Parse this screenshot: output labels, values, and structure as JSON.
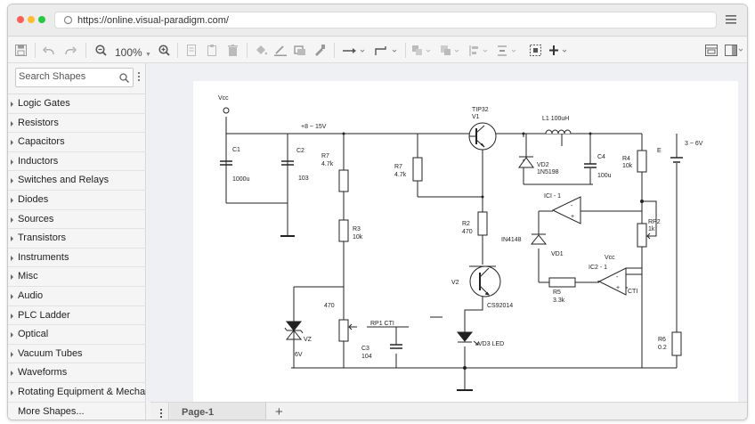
{
  "browser": {
    "url": "https://online.visual-paradigm.com/"
  },
  "toolbar": {
    "zoom_level": "100%"
  },
  "sidebar": {
    "search_placeholder": "Search Shapes",
    "categories": [
      {
        "label": "Logic Gates"
      },
      {
        "label": "Resistors"
      },
      {
        "label": "Capacitors"
      },
      {
        "label": "Inductors"
      },
      {
        "label": "Switches and Relays"
      },
      {
        "label": "Diodes"
      },
      {
        "label": "Sources"
      },
      {
        "label": "Transistors"
      },
      {
        "label": "Instruments"
      },
      {
        "label": "Misc"
      },
      {
        "label": "Audio"
      },
      {
        "label": "PLC Ladder"
      },
      {
        "label": "Optical"
      },
      {
        "label": "Vacuum Tubes"
      },
      {
        "label": "Waveforms"
      },
      {
        "label": "Rotating Equipment & Mechanica..."
      }
    ],
    "more_shapes": "More Shapes..."
  },
  "pages": {
    "current": "Page-1"
  },
  "diagram": {
    "labels": {
      "vcc_top": "Vcc",
      "supply": "+8 ~ 15V",
      "c1": "C1",
      "c1_val": "1000u",
      "c2": "C2",
      "c2_val": "103",
      "r7a": "R7",
      "r7a_val": "4.7k",
      "r3": "R3",
      "r3_val": "10k",
      "r470": "470",
      "vz": "VZ",
      "vz_val": "6V",
      "rp1": "RP1 CTI",
      "c3": "C3",
      "c3_val": "104",
      "r7b": "R7",
      "r7b_val": "4.7k",
      "tip32": "TIP32",
      "v1": "V1",
      "r2": "R2",
      "r2_val": "470",
      "in4148": "IN4148",
      "vd1": "VD1",
      "v2": "V2",
      "cs92014": "CS92014",
      "vd3": "VD3 LED",
      "l1": "L1 100uH",
      "vd2": "VD2",
      "vd2_val": "1N5198",
      "c4": "C4",
      "c4_val": "100u",
      "r4": "R4",
      "r4_val": "10k",
      "e": "E",
      "batt": "3 ~ 6V",
      "ic1": "ICI - 1",
      "rp2": "RP2",
      "rp2_val": "1k",
      "vcc2": "Vcc",
      "ic2": "IC2 - 1",
      "cti": "CTI",
      "r5": "R5",
      "r5_val": "3.3k",
      "r6": "R6",
      "r6_val": "0.2",
      "minus": "-",
      "plus": "+"
    }
  }
}
